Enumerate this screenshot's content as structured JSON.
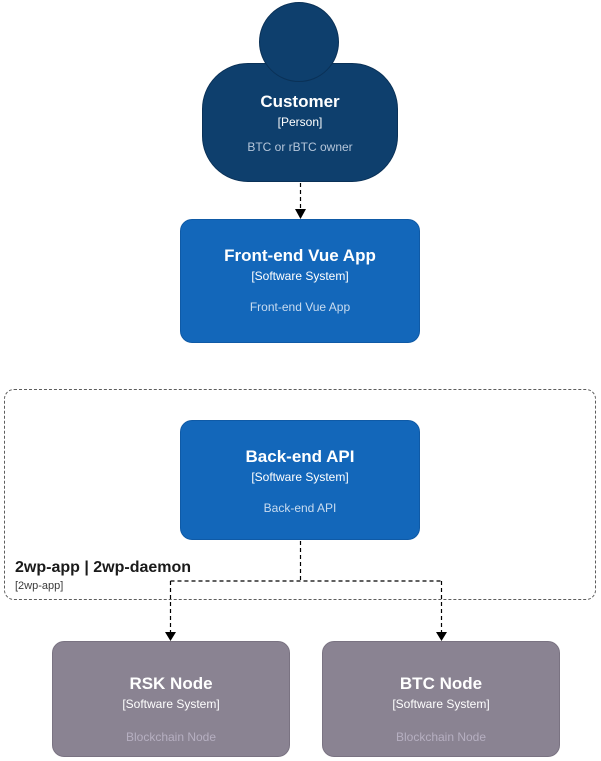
{
  "colors": {
    "person_fill": "#0e3f6d",
    "person_border": "#0a3157",
    "system_fill": "#1367ba",
    "system_border": "#0f5aa6",
    "external_fill": "#8a8392",
    "external_border": "#7a7382",
    "title_text": "#ffffff",
    "system_desc_text": "#c9dcf0",
    "external_desc_text": "#b6afc1",
    "person_desc_text": "#b5c6da",
    "boundary_border": "#5c5c5c",
    "boundary_title_text": "#1a1a1a",
    "boundary_meta_text": "#3a3a3a",
    "edge_color": "#000000"
  },
  "nodes": {
    "customer": {
      "title": "Customer",
      "meta": "[Person]",
      "description": "BTC or rBTC owner"
    },
    "frontend": {
      "title": "Front-end Vue App",
      "meta": "[Software System]",
      "description": "Front-end Vue App"
    },
    "backend": {
      "title": "Back-end API",
      "meta": "[Software System]",
      "description": "Back-end API"
    },
    "rsk_node": {
      "title": "RSK Node",
      "meta": "[Software System]",
      "description": "Blockchain Node"
    },
    "btc_node": {
      "title": "BTC Node",
      "meta": "[Software System]",
      "description": "Blockchain Node"
    }
  },
  "boundary": {
    "title": "2wp-app | 2wp-daemon",
    "meta": "[2wp-app]"
  },
  "relationships": [
    {
      "from": "Customer",
      "to": "Front-end Vue App",
      "style": "dashed-arrow"
    },
    {
      "from": "Back-end API",
      "to": "RSK Node",
      "style": "dashed-arrow"
    },
    {
      "from": "Back-end API",
      "to": "BTC Node",
      "style": "dashed-arrow"
    }
  ]
}
